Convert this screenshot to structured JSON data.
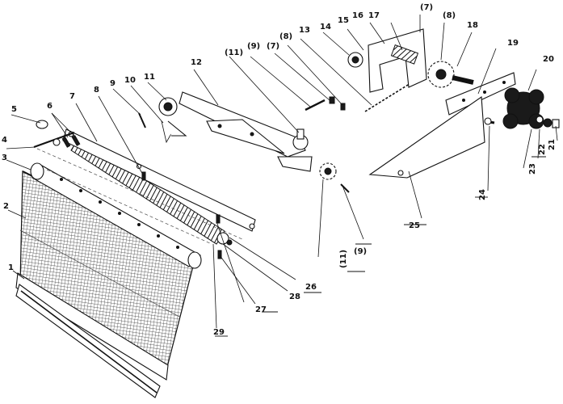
{
  "labels": {
    "l1": "1",
    "l2": "2",
    "l3": "3",
    "l4": "4",
    "l5": "5",
    "l6": "6",
    "l7": "7",
    "l8": "8",
    "l9": "9",
    "l10": "10",
    "l11": "11",
    "l12": "12",
    "l13": "13",
    "l14": "14",
    "l15": "15",
    "l16": "16",
    "l17": "17",
    "l18": "18",
    "l19": "19",
    "l20": "20",
    "l21": "21",
    "l22": "22",
    "l23": "23",
    "l24": "24",
    "l25": "25",
    "l26": "26",
    "l27": "27",
    "l28": "28",
    "l29": "29",
    "p7a": "(7)",
    "p8a": "(8)",
    "p7b": "(7)",
    "p8b": "(8)",
    "p9a": "(9)",
    "p9b": "(9)",
    "p11a": "(11)",
    "p11b": "(11)"
  }
}
